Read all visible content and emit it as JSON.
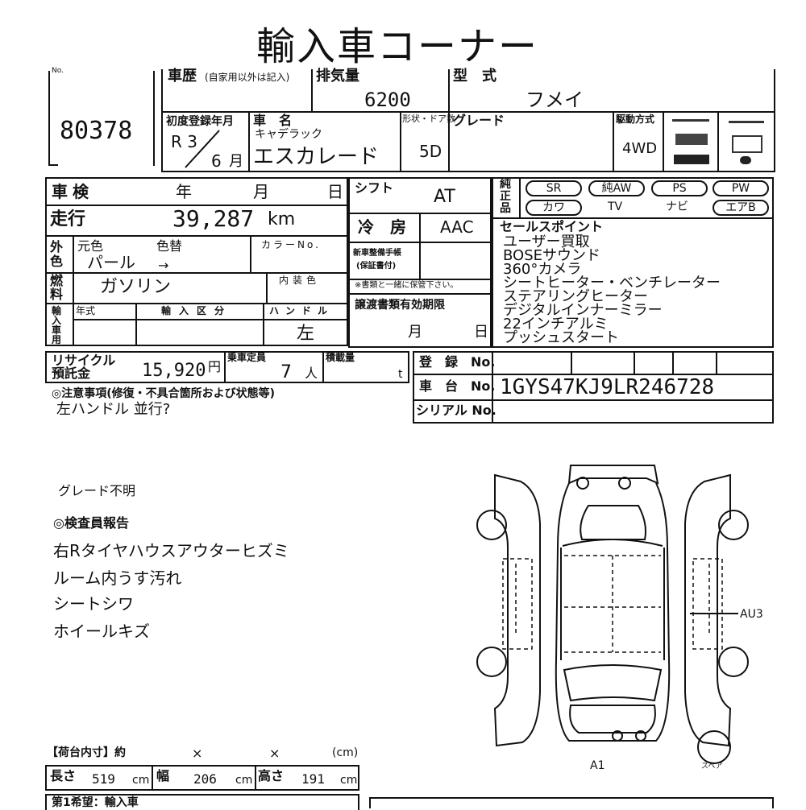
{
  "title": "輸入車コーナー",
  "no_label": "No.",
  "lot_number": "80378",
  "history": {
    "label": "車歴",
    "note": "(自家用以外は記入)"
  },
  "displacement": {
    "label": "排気量",
    "value": "6200"
  },
  "model_type": {
    "label": "型　式",
    "value": "フメイ"
  },
  "first_reg": {
    "label": "初度登録年月",
    "era": "R 3",
    "month": "6",
    "month_unit": "月"
  },
  "car_name": {
    "label": "車　名",
    "maker": "キャデラック",
    "model": "エスカレード"
  },
  "shape_doors": {
    "label": "形状・ドア数",
    "value": "5D"
  },
  "grade": {
    "label": "グレード",
    "value": ""
  },
  "drive": {
    "label": "駆動方式",
    "value": "4WD"
  },
  "inspection": {
    "label": "車検",
    "year": "年",
    "month": "月",
    "day": "日"
  },
  "shift": {
    "label": "シフト",
    "value": "AT"
  },
  "equipment_label": "純正品",
  "equipment": [
    "SR",
    "純AW",
    "PS",
    "PW",
    "カワ",
    "TV",
    "ナビ",
    "エアB"
  ],
  "mileage": {
    "label": "走行",
    "value": "39,287",
    "unit": "km"
  },
  "aircon": {
    "label": "冷　房",
    "value": "AAC"
  },
  "sales_points": {
    "label": "セールスポイント",
    "items": [
      "ユーザー買取",
      "BOSEサウンド",
      "360°カメラ",
      "シートヒーター・ベンチレーター",
      "ステアリングヒーター",
      "デジタルインナーミラー",
      "22インチアルミ",
      "プッシュスタート"
    ]
  },
  "color": {
    "side_label": "外色",
    "orig_label": "元色",
    "change_label": "色替",
    "value": "パール",
    "arrow": "→",
    "color_no_label": "カラーNo."
  },
  "new_car_docs": {
    "label": "新車整備手帳",
    "sub": "(保証書付)",
    "note": "※書類と一緒に保管下さい。"
  },
  "fuel": {
    "label": "燃料",
    "value": "ガソリン",
    "interior_label": "内装色"
  },
  "import": {
    "side_label": "輸入車用",
    "year_label": "年式",
    "class_label": "輸入区分",
    "handle_label": "ハンドル",
    "handle_value": "左"
  },
  "transfer_docs": {
    "label": "譲渡書類有効期限",
    "month": "月",
    "day": "日"
  },
  "recycle": {
    "label1": "リサイクル",
    "label2": "預託金",
    "value": "15,920",
    "unit": "円"
  },
  "capacity": {
    "label": "乗車定員",
    "value": "7",
    "unit": "人"
  },
  "load": {
    "label": "積載量",
    "unit": "t"
  },
  "registration": {
    "label": "登　録　No.",
    "value": ""
  },
  "chassis": {
    "label": "車　台　No.",
    "value": "1GYS47KJ9LR246728"
  },
  "serial": {
    "label": "シリアル No.",
    "value": ""
  },
  "caution": {
    "label": "◎注意事項(修復・不具合箇所および状態等)",
    "text": "左ハンドル 並行?"
  },
  "grade_note": "グレード不明",
  "inspector": {
    "label": "◎検査員報告",
    "items": [
      "右Rタイヤハウスアウターヒズミ",
      "ルーム内うす汚れ",
      "シートシワ",
      "ホイールキズ"
    ]
  },
  "diagram": {
    "au3": "AU3",
    "a1": "A1",
    "spare": "スペア"
  },
  "cargo": {
    "label": "【荷台内寸】約",
    "x1": "×",
    "x2": "×",
    "unit": "(cm)",
    "length_label": "長さ",
    "length": "519",
    "width_label": "幅",
    "width": "206",
    "height_label": "高さ",
    "height": "191",
    "cm": "cm"
  },
  "bottom_partial": "第1希望：輸入車"
}
